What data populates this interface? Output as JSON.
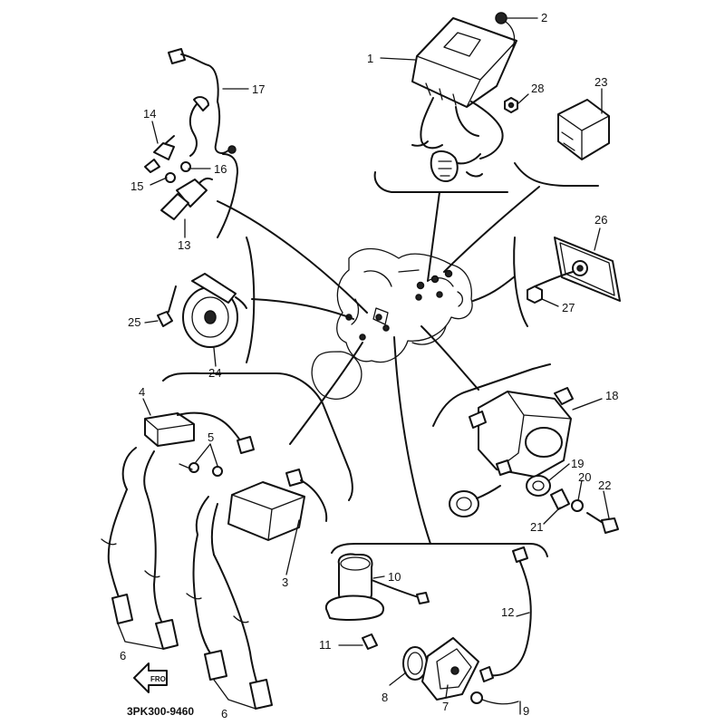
{
  "diagram": {
    "callouts": {
      "c1": "1",
      "c2": "2",
      "c3": "3",
      "c4": "4",
      "c5": "5",
      "c6a": "6",
      "c6b": "6",
      "c7": "7",
      "c8": "8",
      "c9": "9",
      "c10": "10",
      "c11": "11",
      "c12": "12",
      "c13": "13",
      "c14": "14",
      "c15": "15",
      "c16": "16",
      "c17": "17",
      "c18": "18",
      "c19": "19",
      "c20": "20",
      "c21": "21",
      "c22": "22",
      "c23": "23",
      "c24": "24",
      "c25": "25",
      "c26": "26",
      "c27": "27",
      "c28": "28"
    },
    "front_arrow": "FRO",
    "diagram_code": "3PK300-9460"
  }
}
